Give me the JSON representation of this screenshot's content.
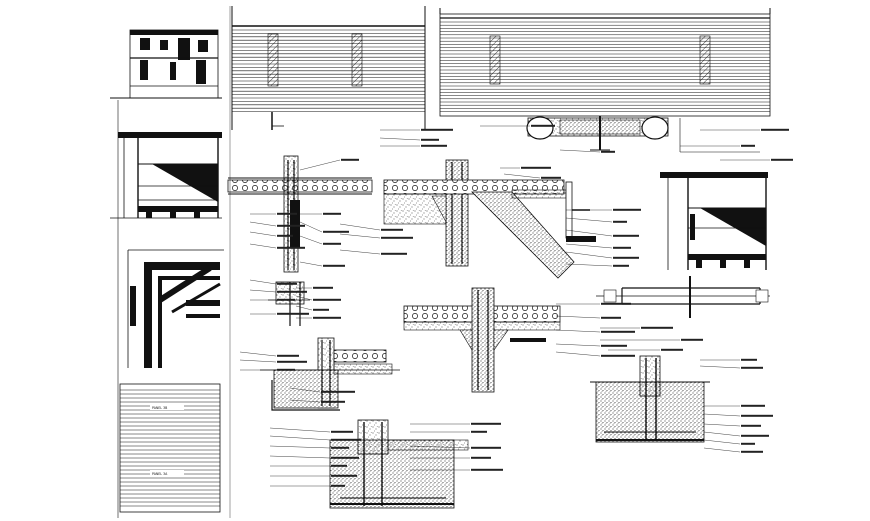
{
  "sheet": {
    "background": "#ffffff",
    "ink": "#111111"
  },
  "tags": {
    "tag_a": "PANEL 3B",
    "tag_b": "PANEL 3A"
  },
  "icons": [
    "hatch-pattern",
    "concrete-stipple"
  ]
}
